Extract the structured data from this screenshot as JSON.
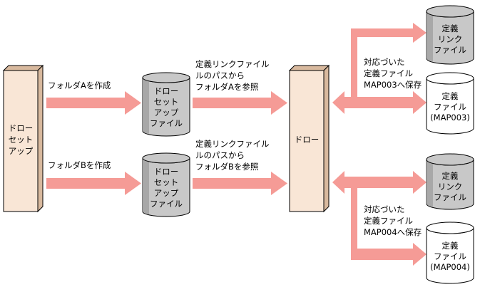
{
  "nodes": {
    "setup": {
      "lines": [
        "ドロー",
        "セット",
        "アップ"
      ]
    },
    "draw": {
      "label": "ドロー"
    },
    "setup_file_a": {
      "lines": [
        "ドロー",
        "セット",
        "アップ",
        "ファイル"
      ]
    },
    "setup_file_b": {
      "lines": [
        "ドロー",
        "セット",
        "アップ",
        "ファイル"
      ]
    },
    "link_file_1": {
      "lines": [
        "定義",
        "リンク",
        "ファイル"
      ]
    },
    "def_file_1": {
      "lines": [
        "定義",
        "ファイル",
        "(MAP003)"
      ]
    },
    "link_file_2": {
      "lines": [
        "定義",
        "リンク",
        "ファイル"
      ]
    },
    "def_file_2": {
      "lines": [
        "定義",
        "ファイル",
        "(MAP004)"
      ]
    }
  },
  "labels": {
    "create_a": "フォルダAを作成",
    "create_b": "フォルダBを作成",
    "ref_a": [
      "定義リンクファイル",
      "ルのパスから",
      "フォルダAを参照"
    ],
    "ref_b": [
      "定義リンクファイル",
      "ルのパスから",
      "フォルダBを参照"
    ],
    "save_1": [
      "対応づいた",
      "定義ファイル",
      "MAP003へ保存"
    ],
    "save_2": [
      "対応づいた",
      "定義ファイル",
      "MAP004へ保存"
    ]
  },
  "colors": {
    "arrow": "#f59b96",
    "box_fill": "#f9e6d6",
    "box_side": "#d8b99e",
    "cyl_fill": "#c8c8c8",
    "cyl_side": "#a8a8a8",
    "outline": "#000000"
  }
}
